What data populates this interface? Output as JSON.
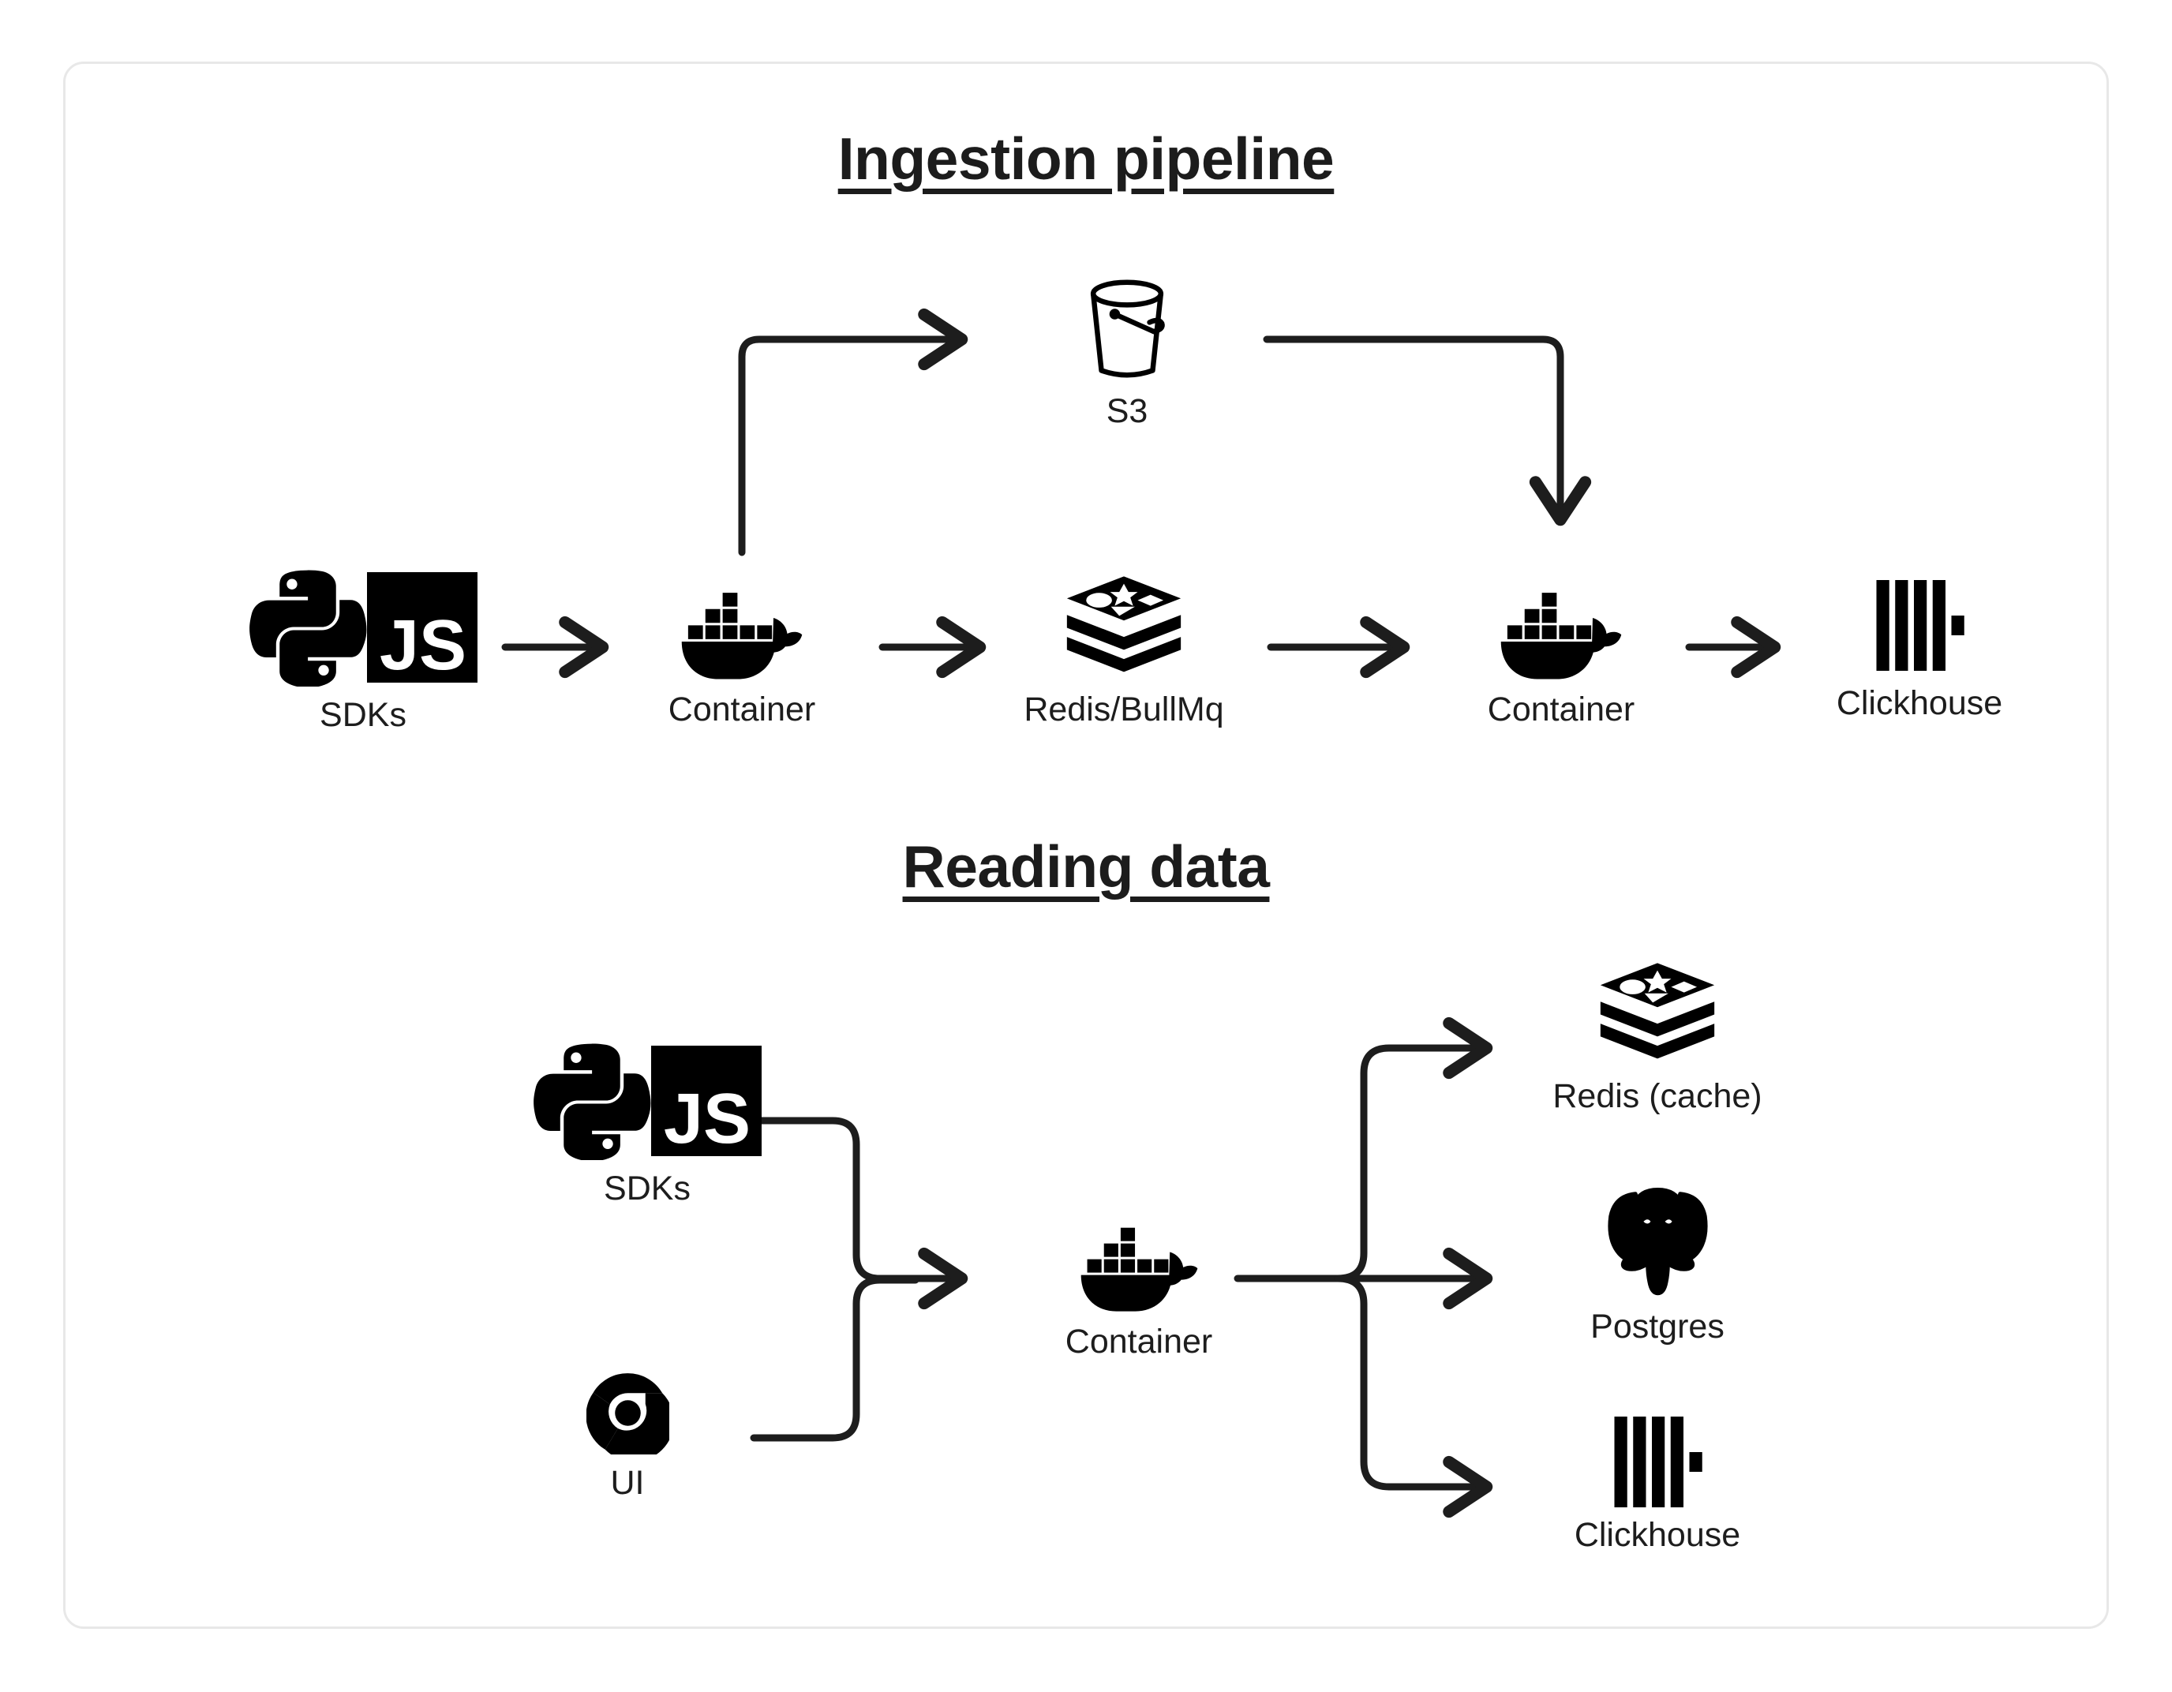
{
  "card": {
    "border_color": "#e8e8e8",
    "background": "#ffffff"
  },
  "theme": {
    "ink": "#1c1c1c",
    "label": "#1d1d1d",
    "stroke": "#1d1d1d"
  },
  "sections": [
    {
      "id": "ingestion",
      "title": "Ingestion pipeline",
      "nodes": [
        {
          "id": "sdks",
          "label": "SDKs",
          "icon": "python-js-sdk-icon"
        },
        {
          "id": "container1",
          "label": "Container",
          "icon": "docker-whale-icon"
        },
        {
          "id": "redis",
          "label": "Redis/BullMq",
          "icon": "redis-stack-icon"
        },
        {
          "id": "s3",
          "label": "S3",
          "icon": "s3-bucket-icon"
        },
        {
          "id": "container2",
          "label": "Container",
          "icon": "docker-whale-icon"
        },
        {
          "id": "clickhouse",
          "label": "Clickhouse",
          "icon": "clickhouse-bars-icon"
        }
      ],
      "edges": [
        {
          "from": "sdks",
          "to": "container1",
          "kind": "straight"
        },
        {
          "from": "container1",
          "to": "s3",
          "kind": "elbow-up"
        },
        {
          "from": "container1",
          "to": "redis",
          "kind": "straight"
        },
        {
          "from": "redis",
          "to": "container2",
          "kind": "straight"
        },
        {
          "from": "s3",
          "to": "container2",
          "kind": "elbow-down"
        },
        {
          "from": "container2",
          "to": "clickhouse",
          "kind": "straight"
        }
      ]
    },
    {
      "id": "reading",
      "title": "Reading data",
      "nodes": [
        {
          "id": "sdks2",
          "label": "SDKs",
          "icon": "python-js-sdk-icon"
        },
        {
          "id": "ui",
          "label": "UI",
          "icon": "chrome-browser-icon"
        },
        {
          "id": "container3",
          "label": "Container",
          "icon": "docker-whale-icon"
        },
        {
          "id": "rediscache",
          "label": "Redis (cache)",
          "icon": "redis-stack-icon"
        },
        {
          "id": "postgres",
          "label": "Postgres",
          "icon": "postgres-elephant-icon"
        },
        {
          "id": "clickhouse2",
          "label": "Clickhouse",
          "icon": "clickhouse-bars-icon"
        }
      ],
      "edges": [
        {
          "from": "sdks2",
          "to": "container3",
          "kind": "merge-top"
        },
        {
          "from": "ui",
          "to": "container3",
          "kind": "merge-bottom"
        },
        {
          "from": "container3",
          "to": "rediscache",
          "kind": "branch-up"
        },
        {
          "from": "container3",
          "to": "postgres",
          "kind": "branch-mid"
        },
        {
          "from": "container3",
          "to": "clickhouse2",
          "kind": "branch-down"
        }
      ]
    }
  ],
  "icon_text": {
    "js": "JS"
  }
}
